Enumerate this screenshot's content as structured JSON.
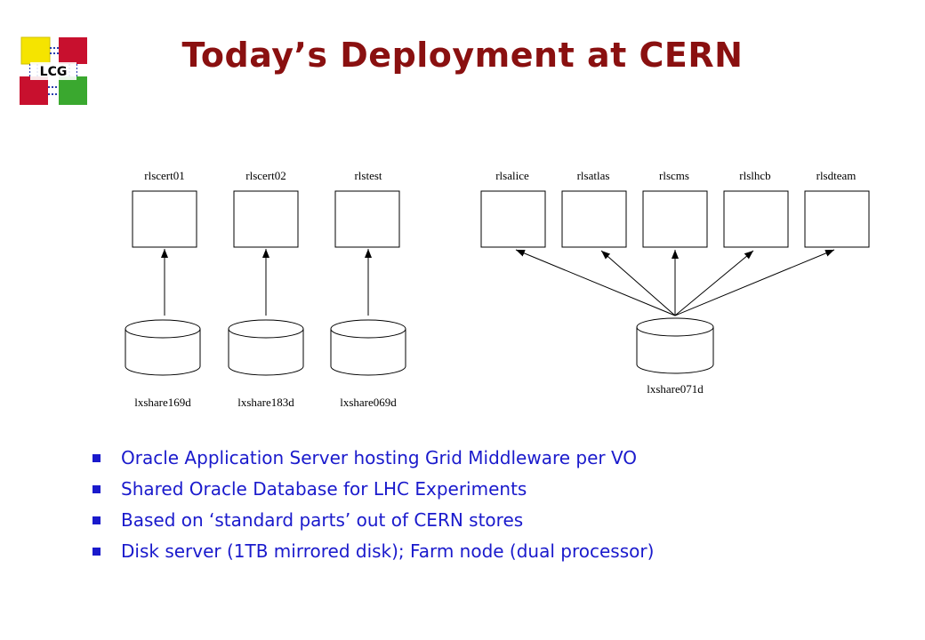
{
  "logo": {
    "text": "LCG"
  },
  "title": "Today’s Deployment at CERN",
  "diagram": {
    "servers_left": [
      "rlscert01",
      "rlscert02",
      "rlstest"
    ],
    "servers_right": [
      "rlsalice",
      "rlsatlas",
      "rlscms",
      "rlslhcb",
      "rlsdteam"
    ],
    "disks_left": [
      "lxshare169d",
      "lxshare183d",
      "lxshare069d"
    ],
    "disk_shared": "lxshare071d"
  },
  "bullets": [
    "Oracle Application Server hosting Grid Middleware per VO",
    "Shared Oracle Database for LHC Experiments",
    "Based on ‘standard parts’ out of CERN stores",
    "Disk server (1TB mirrored disk); Farm node (dual processor)"
  ],
  "colors": {
    "title": "#8a1010",
    "bullets": "#1a1acc",
    "logo_red": "#c8102e",
    "logo_yellow": "#f5e400",
    "logo_green": "#3aa82f",
    "logo_blue": "#2a3fae"
  }
}
